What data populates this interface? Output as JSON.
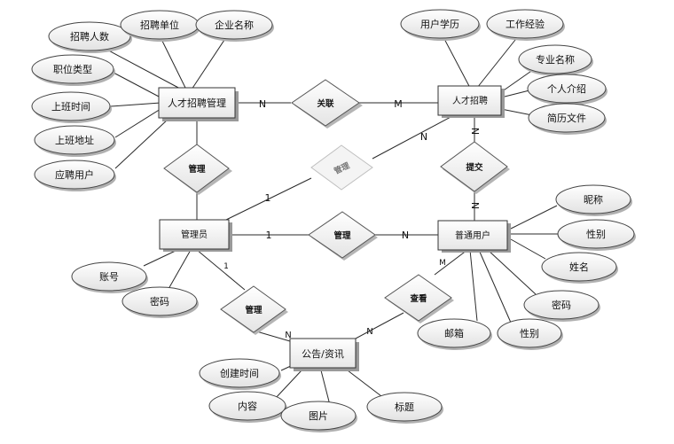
{
  "entities": {
    "talent_recruit_manage": "人才招聘管理",
    "talent_recruit": "人才招聘",
    "admin": "管理员",
    "normal_user": "普通用户",
    "announcement": "公告/资讯"
  },
  "relationships": {
    "associate": "关联",
    "manage_talent": "管理",
    "manage_recruit": "管理",
    "submit": "提交",
    "manage_user": "管理",
    "manage_announce": "管理",
    "view": "查看"
  },
  "attributes": {
    "recruit_count": "招聘人数",
    "recruit_unit": "招聘单位",
    "company_name": "企业名称",
    "job_type": "职位类型",
    "work_time": "上班时间",
    "work_address": "上班地址",
    "apply_user": "应聘用户",
    "user_education": "用户学历",
    "work_experience": "工作经验",
    "major_name": "专业名称",
    "self_intro": "个人介绍",
    "resume_file": "简历文件",
    "nickname": "昵称",
    "user_gender": "性别",
    "full_name": "姓名",
    "user_password": "密码",
    "user_gender_2": "性别",
    "email": "邮箱",
    "admin_account": "账号",
    "admin_password": "密码",
    "create_time": "创建时间",
    "content": "内容",
    "picture": "图片",
    "title": "标题"
  },
  "cardinalities": {
    "assoc_n": "N",
    "assoc_m": "M",
    "recruit_n": "N",
    "recruit_1": "1",
    "submit_n": "N",
    "submit_n2": "N",
    "user_1": "1",
    "user_n": "N",
    "announce_1": "1",
    "announce_n": "N",
    "view_m": "M",
    "view_n": "N"
  }
}
